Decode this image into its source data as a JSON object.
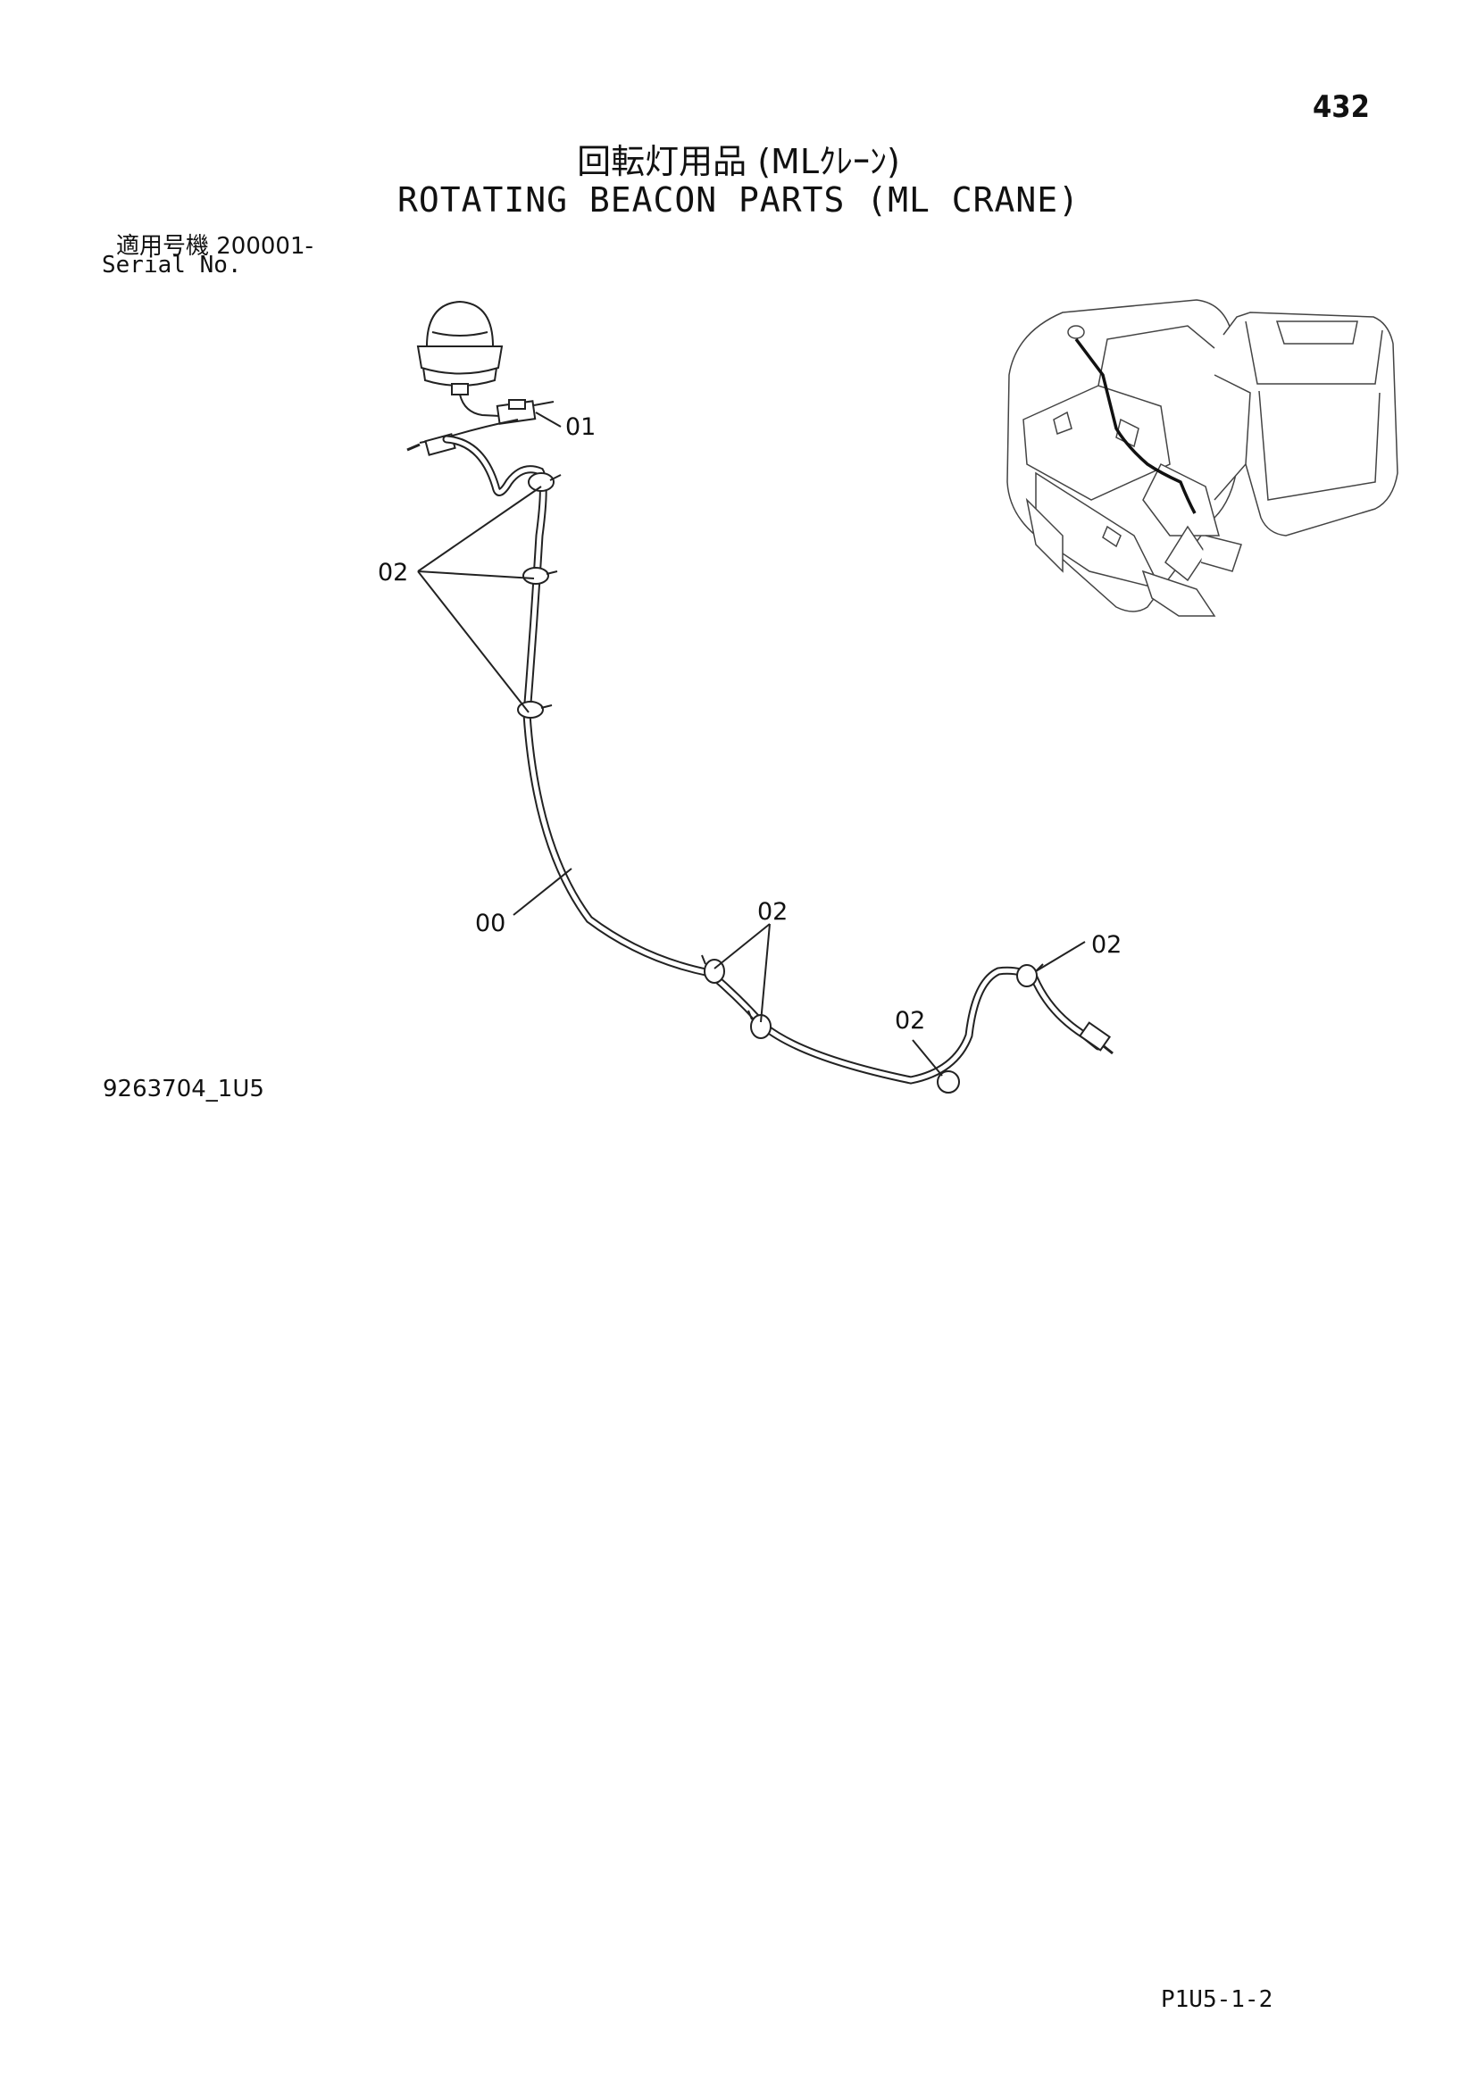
{
  "header": {
    "page_number": "432",
    "title_ja": "回転灯用品 (MLｸﾚｰﾝ)",
    "title_en": "ROTATING BEACON PARTS (ML CRANE)",
    "serial_ja": "適用号機  200001-",
    "serial_en": "Serial No."
  },
  "callouts": {
    "c01": "01",
    "c02_left": "02",
    "c00": "00",
    "c02_middle": "02",
    "c02_bottom": "02",
    "c02_right": "02"
  },
  "footer": {
    "drawing_number": "9263704_1U5",
    "page_code": "P1U5-1-2"
  }
}
